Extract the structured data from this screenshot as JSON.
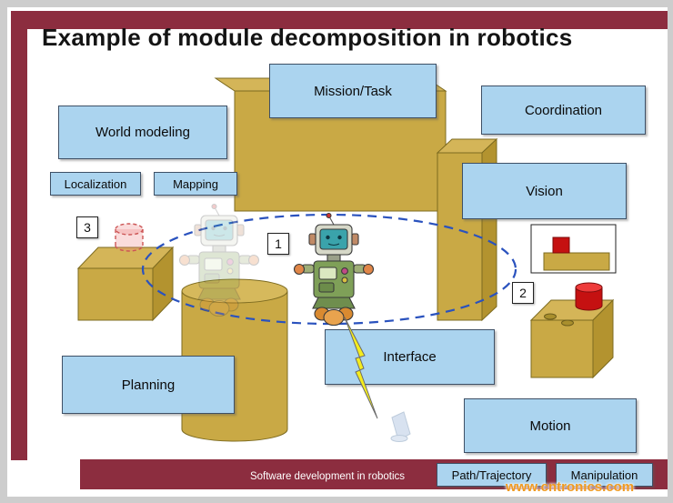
{
  "slide": {
    "title": "Example of module decomposition in robotics",
    "footer": "Software development in robotics",
    "watermark": "www.cntronics.com"
  },
  "modules": {
    "mission_task": "Mission/Task",
    "coordination": "Coordination",
    "world_modeling": "World modeling",
    "localization": "Localization",
    "mapping": "Mapping",
    "vision": "Vision",
    "interface": "Interface",
    "planning": "Planning",
    "motion": "Motion",
    "path_trajectory": "Path/Trajectory",
    "manipulation": "Manipulation"
  },
  "markers": {
    "m1": "1",
    "m2": "2",
    "m3": "3"
  },
  "colors": {
    "maroon": "#8c2d3f",
    "module_blue": "#abd4ef",
    "scene_tan": "#c9a945",
    "bolt_yellow": "#f4ec1e",
    "accent_red": "#c51111",
    "dashed_path_blue": "#2a52be",
    "watermark_orange": "#f09a20"
  }
}
